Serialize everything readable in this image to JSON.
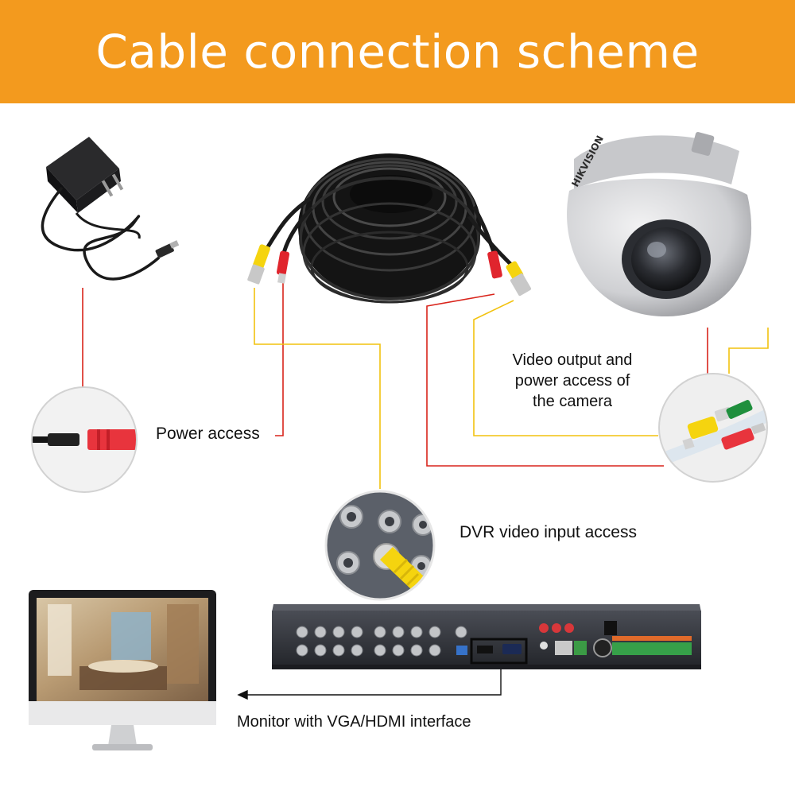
{
  "header": {
    "title": "Cable connection scheme"
  },
  "labels": {
    "power_access": "Power access",
    "video_output_lines": [
      "Video output and",
      "power access of",
      "the camera"
    ],
    "dvr_input": "DVR video input access",
    "monitor": "Monitor with VGA/HDMI interface"
  },
  "colors": {
    "banner": "#f39a1e",
    "power_line": "#d9241b",
    "video_line": "#f2c20f",
    "cable": "#1b1b1b",
    "rca_yellow": "#f5d40f",
    "rca_red": "#e0252d",
    "camera_body": "#d7d7d9",
    "dvr_body": "#2e3036"
  },
  "icons": [
    "power-adapter-icon",
    "coiled-cable-icon",
    "dome-camera-icon",
    "monitor-icon",
    "dvr-recorder-icon",
    "dc-plug-closeup-icon",
    "rca-plug-closeup-icon",
    "bnc-input-closeup-icon"
  ]
}
